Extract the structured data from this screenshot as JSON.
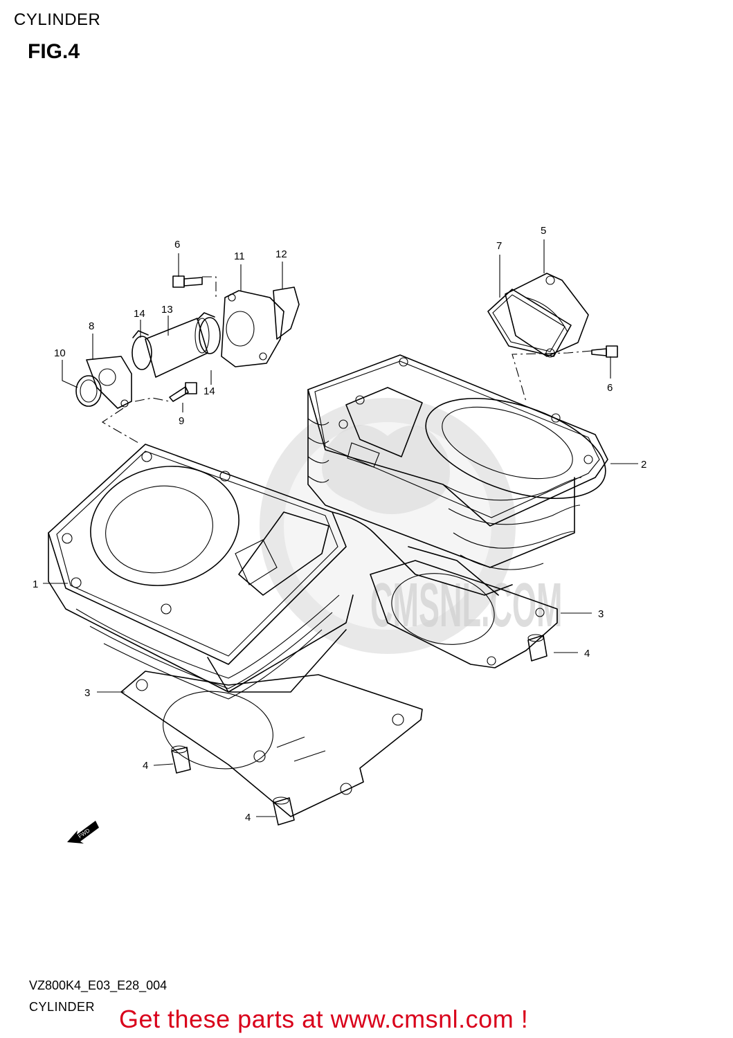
{
  "header": {
    "section_title": "CYLINDER",
    "figure_label": "FIG.4"
  },
  "callouts": [
    {
      "id": "c1",
      "label": "1"
    },
    {
      "id": "c2",
      "label": "2"
    },
    {
      "id": "c3a",
      "label": "3"
    },
    {
      "id": "c3b",
      "label": "3"
    },
    {
      "id": "c4a",
      "label": "4"
    },
    {
      "id": "c4b",
      "label": "4"
    },
    {
      "id": "c4c",
      "label": "4"
    },
    {
      "id": "c5",
      "label": "5"
    },
    {
      "id": "c6a",
      "label": "6"
    },
    {
      "id": "c6b",
      "label": "6"
    },
    {
      "id": "c7",
      "label": "7"
    },
    {
      "id": "c8",
      "label": "8"
    },
    {
      "id": "c9",
      "label": "9"
    },
    {
      "id": "c10",
      "label": "10"
    },
    {
      "id": "c11",
      "label": "11"
    },
    {
      "id": "c12",
      "label": "12"
    },
    {
      "id": "c13",
      "label": "13"
    },
    {
      "id": "c14a",
      "label": "14"
    },
    {
      "id": "c14b",
      "label": "14"
    }
  ],
  "arrow": {
    "label": "FWD"
  },
  "watermark": {
    "text": "CMSNL.COM"
  },
  "footer": {
    "model_code": "VZ800K4_E03_E28_004",
    "title": "CYLINDER",
    "cta": "Get these parts at www.cmsnl.com !",
    "cta_color": "#d9001a"
  }
}
